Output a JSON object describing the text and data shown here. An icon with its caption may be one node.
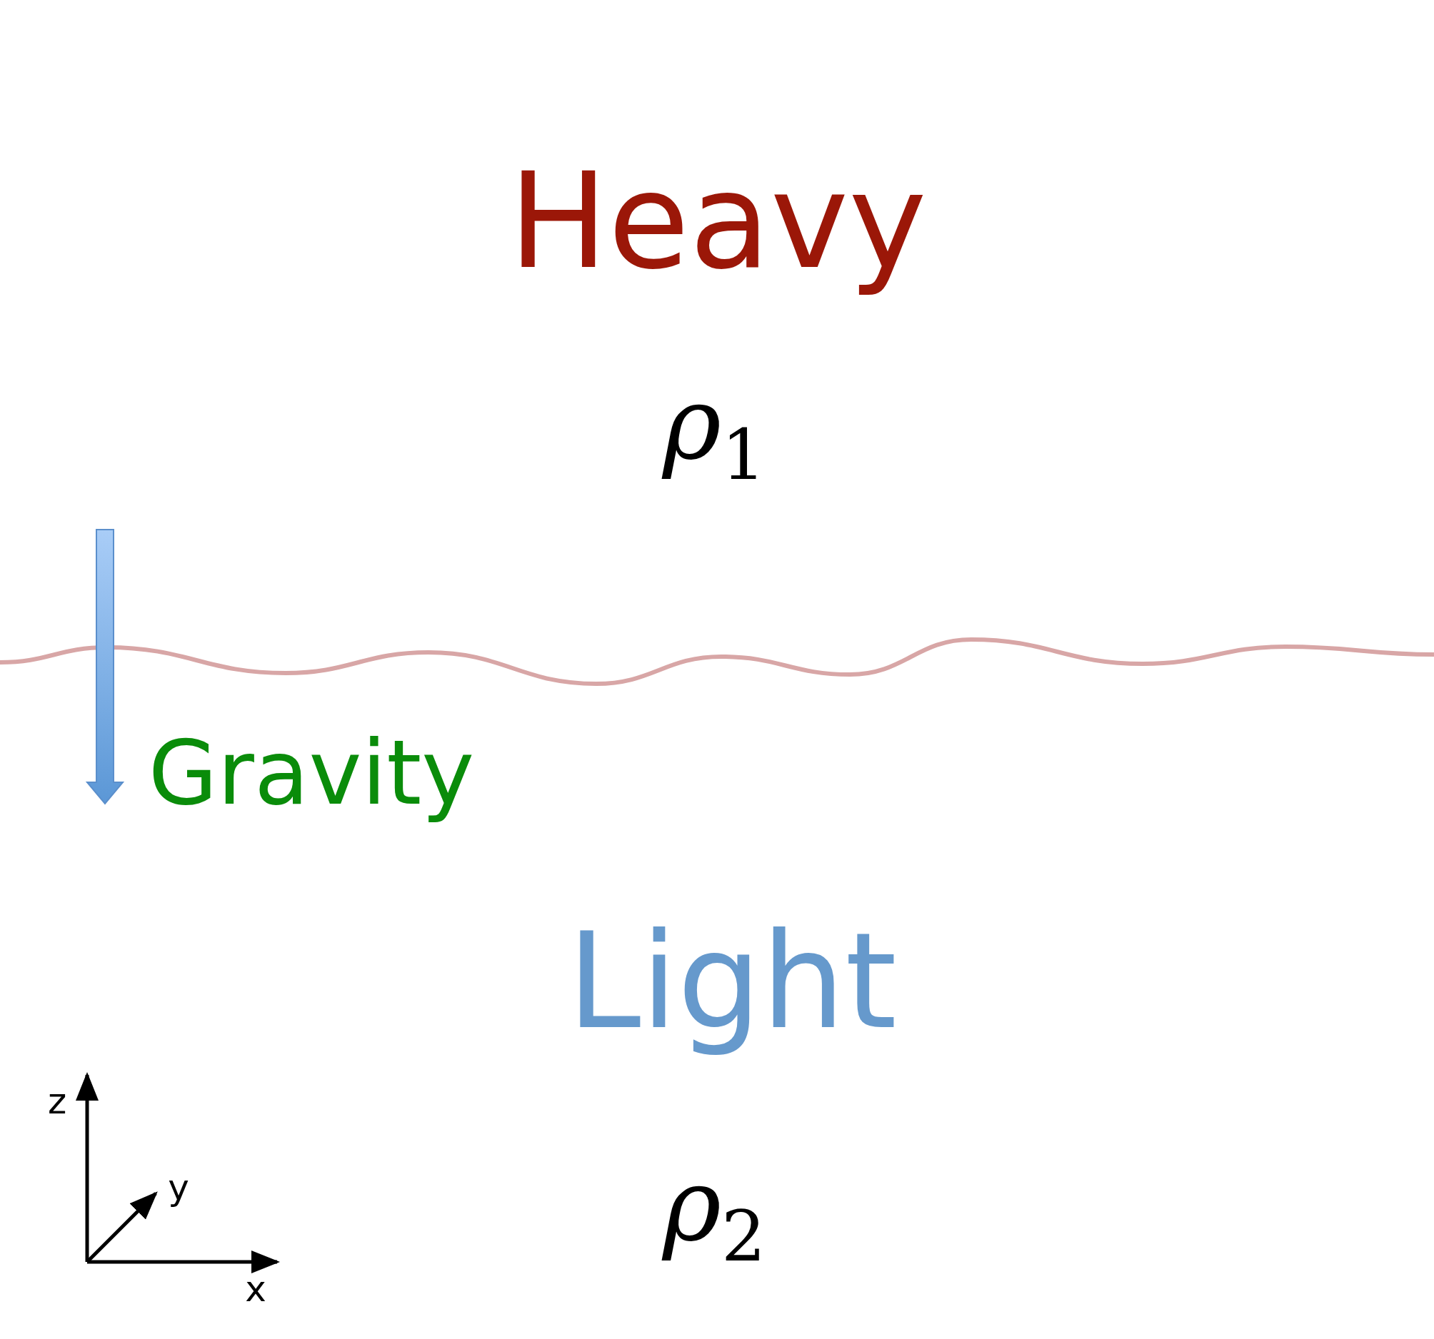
{
  "diagram": {
    "labels": [
      "Heavy",
      "ρ$_{1}$",
      "Gravity",
      "Light",
      "ρ$_{2}$",
      "z",
      "y",
      "x"
    ]
  }
}
